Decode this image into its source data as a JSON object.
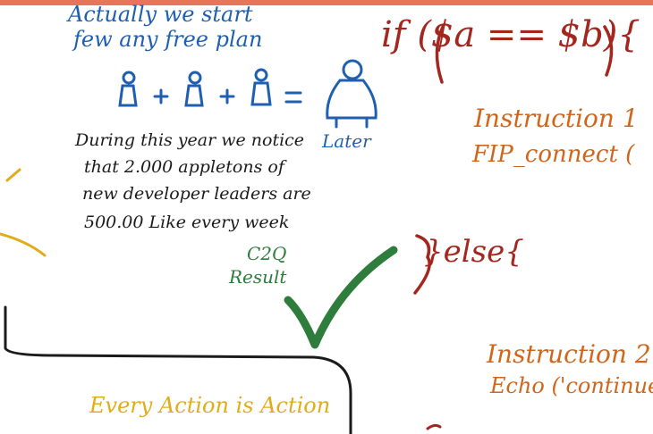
{
  "whiteboard": {
    "blue_notes": {
      "line1": "Actually we start",
      "line2": "few any free plan",
      "equals_label": "Later"
    },
    "black_notes": {
      "line1": "During this year we notice",
      "line2": "that 2.000 appletons of",
      "line3": "new developer leaders are",
      "line4": "500.00 Like every week"
    },
    "green_notes": {
      "line1": "C2Q",
      "line2": "Result"
    },
    "code": {
      "if_line": "if ($a == $b){",
      "instruction1": "Instruction 1",
      "call1": "FIP_connect (",
      "else_line": "}else{",
      "instruction2": "Instruction 2",
      "call2": "Echo ('continue"
    },
    "yellow_notes": {
      "line1": "Every Action is Action"
    }
  }
}
